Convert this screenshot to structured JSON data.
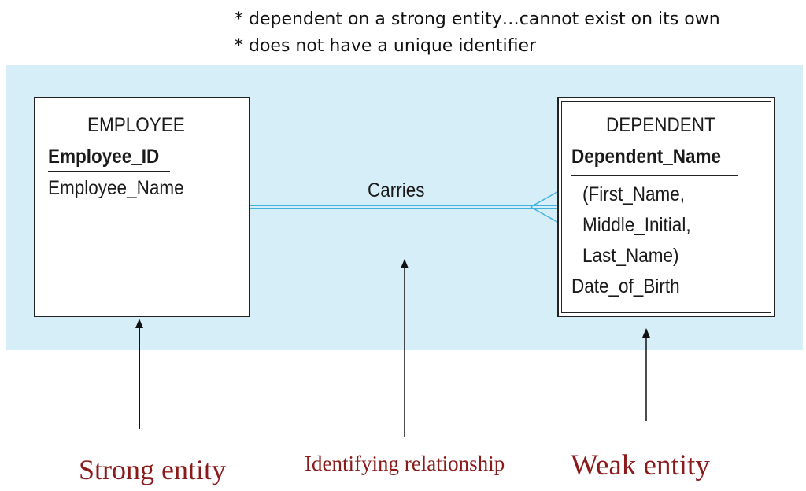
{
  "notes": [
    "* dependent on a strong entity…cannot exist on its own",
    "* does not have a unique identifier"
  ],
  "colors": {
    "panel_background": "#d6eef8",
    "relationship_line": "#40b0dc",
    "caption_text": "#8b1a1a"
  },
  "entities": {
    "employee": {
      "name": "EMPLOYEE",
      "key": "Employee_ID",
      "attributes": [
        "Employee_Name"
      ]
    },
    "dependent": {
      "name": "DEPENDENT",
      "key": "Dependent_Name",
      "attributes": [
        "(First_Name,",
        "Middle_Initial,",
        "Last_Name)",
        "Date_of_Birth"
      ]
    }
  },
  "relationship": {
    "label": "Carries"
  },
  "captions": {
    "strong": "Strong entity",
    "identifying": "Identifying relationship",
    "weak": "Weak entity"
  }
}
